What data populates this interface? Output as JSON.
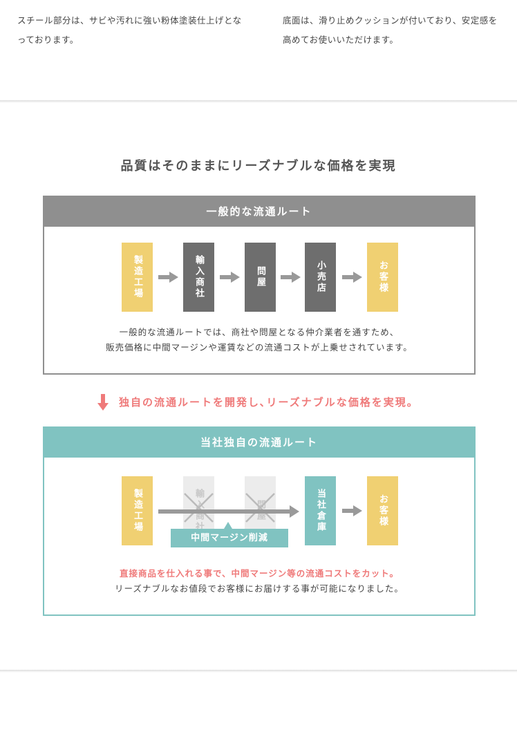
{
  "intro": {
    "left": "スチール部分は、サビや汚れに強い粉体塗装仕上げとなっております。",
    "right": "底面は、滑り止めクッションが付いており、安定感を高めてお使いいただけます。"
  },
  "title": "品質はそのままにリーズナブルな価格を実現",
  "general": {
    "header": "一般的な流通ルート",
    "steps": [
      "製造工場",
      "輸入商社",
      "問屋",
      "小売店",
      "お客様"
    ],
    "desc1": "一般的な流通ルートでは、商社や問屋となる仲介業者を通すため、",
    "desc2": "販売価格に中間マージンや運賃などの流通コストが上乗せされています。"
  },
  "callout": "独自の流通ルートを開発し､リーズナブルな価格を実現。",
  "own": {
    "header": "当社独自の流通ルート",
    "steps": [
      "製造工場",
      "輸入商社",
      "問屋",
      "当社倉庫",
      "お客様"
    ],
    "badge": "中間マージン削減",
    "desc1": "直接商品を仕入れる事で、中間マージン等の流通コストをカット。",
    "desc2": "リーズナブルなお値段でお客様にお届けする事が可能になりました。"
  },
  "colors": {
    "yellow": "#f0d072",
    "gray": "#6e6e6e",
    "teal": "#80c3c1",
    "pink": "#ef7a7a"
  }
}
